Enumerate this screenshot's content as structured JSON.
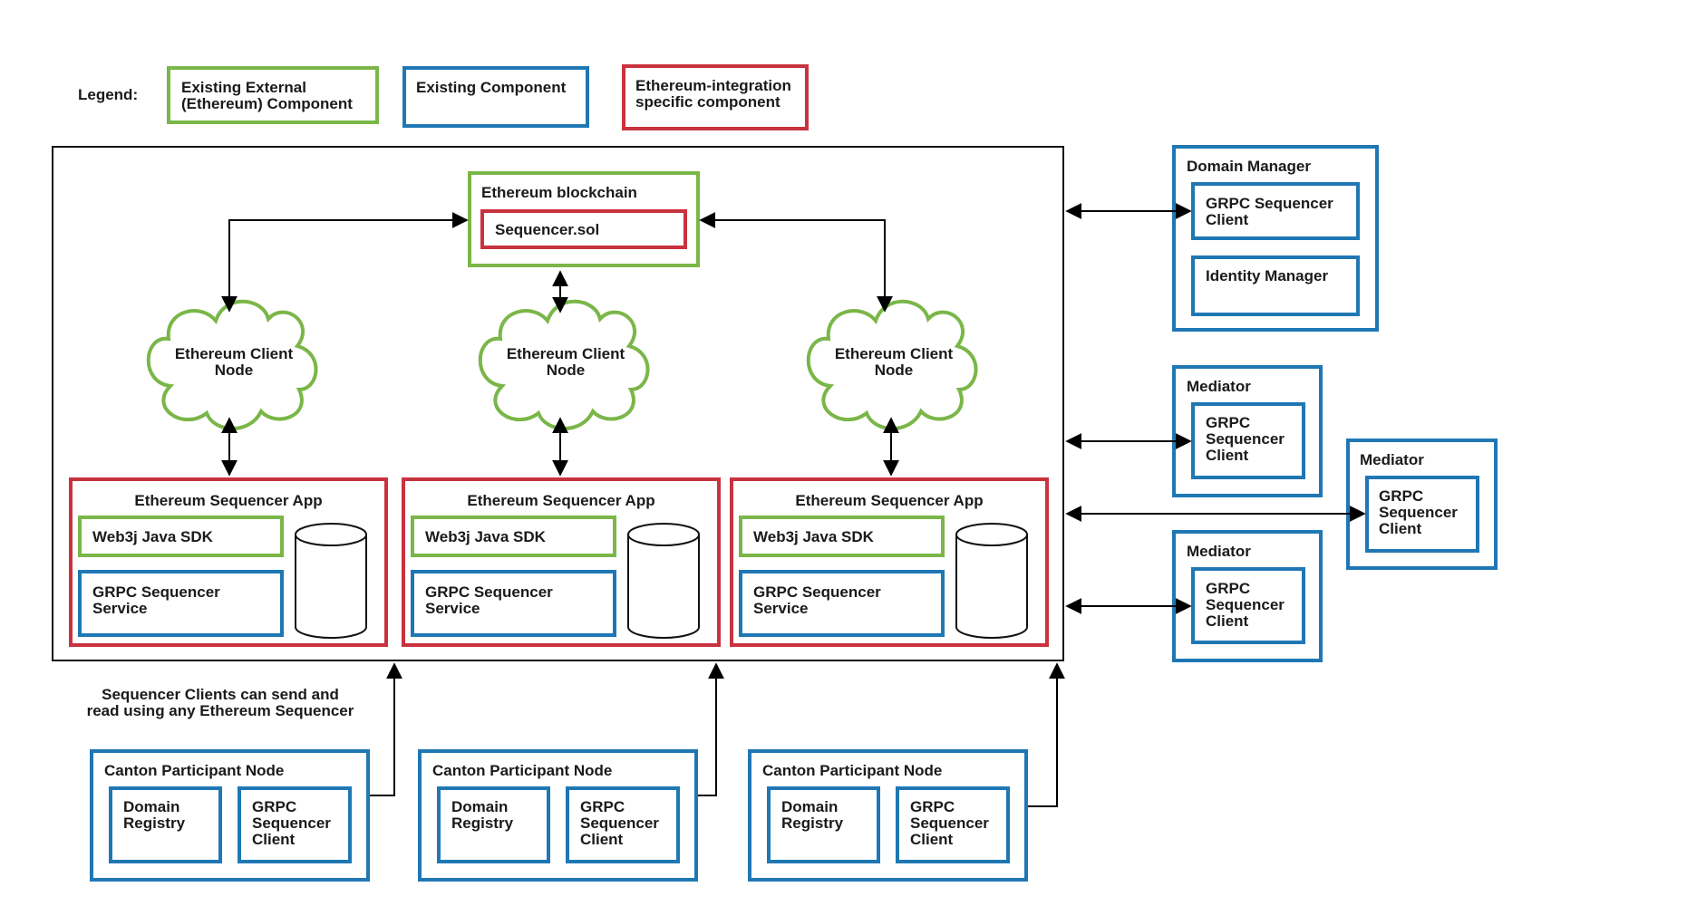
{
  "colors": {
    "existing_external": "#7ab648",
    "existing": "#1f77b4",
    "ethereum_specific": "#c9323e",
    "line": "#000000"
  },
  "legend": {
    "label": "Legend:",
    "external": [
      "Existing External",
      "(Ethereum) Component"
    ],
    "existing": [
      "Existing Component"
    ],
    "specific": [
      "Ethereum-integration",
      "specific component"
    ]
  },
  "blockchain": {
    "title": [
      "Ethereum blockchain"
    ],
    "contract": [
      "Sequencer.sol"
    ]
  },
  "client_node": [
    "Ethereum Client",
    "Node"
  ],
  "sequencer_app": {
    "title": [
      "Ethereum Sequencer App"
    ],
    "sdk": [
      "Web3j Java SDK"
    ],
    "service": [
      "GRPC Sequencer",
      "Service"
    ]
  },
  "domain_manager": {
    "title": [
      "Domain Manager"
    ],
    "client": [
      "GRPC Sequencer",
      "Client"
    ],
    "identity": [
      "Identity Manager"
    ]
  },
  "mediator": {
    "title": [
      "Mediator"
    ],
    "client": [
      "GRPC",
      "Sequencer",
      "Client"
    ]
  },
  "note": [
    "Sequencer Clients can send and",
    "read using any Ethereum Sequencer"
  ],
  "participant": {
    "title": [
      "Canton Participant Node"
    ],
    "registry": [
      "Domain",
      "Registry"
    ],
    "client": [
      "GRPC",
      "Sequencer",
      "Client"
    ]
  }
}
